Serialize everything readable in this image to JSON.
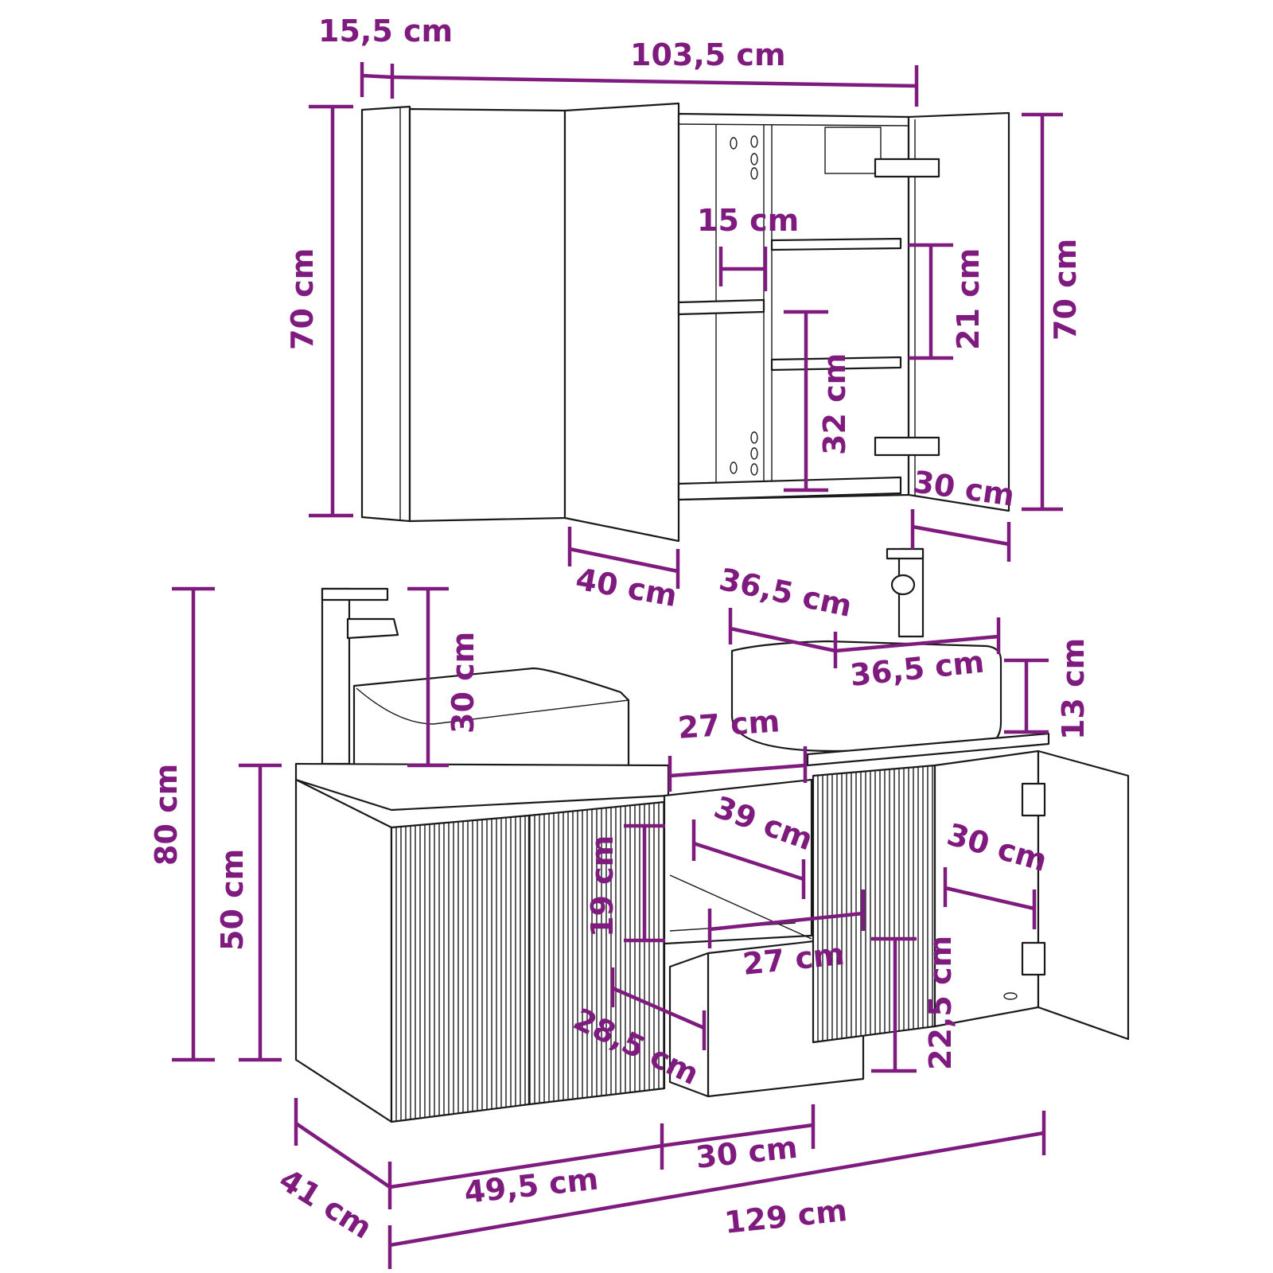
{
  "colors": {
    "dimension": "#7f1a7f",
    "outline": "#1a1a1a",
    "background": "#ffffff"
  },
  "labels": {
    "mirror_depth": "15,5 cm",
    "mirror_width": "103,5 cm",
    "mirror_height_left": "70 cm",
    "mirror_height_right": "70 cm",
    "mirror_shelf_depth": "15 cm",
    "mirror_upper_compartment": "21 cm",
    "mirror_lower_compartment": "32 cm",
    "mirror_right_door_width": "30 cm",
    "mirror_left_door_width": "40 cm",
    "faucet_height": "30 cm",
    "basin_depth": "36,5 cm",
    "basin_width": "36,5 cm",
    "basin_height": "13 cm",
    "total_height": "80 cm",
    "cabinet_height": "50 cm",
    "open_shelf_width": "27 cm",
    "open_shelf_depth": "39 cm",
    "open_shelf_height": "19 cm",
    "right_door_width": "30 cm",
    "drawer_width": "27 cm",
    "drawer_depth": "28,5 cm",
    "drawer_height": "22,5 cm",
    "cabinet_depth": "41 cm",
    "left_section_width": "49,5 cm",
    "middle_section_width": "30 cm",
    "total_width": "129 cm"
  }
}
